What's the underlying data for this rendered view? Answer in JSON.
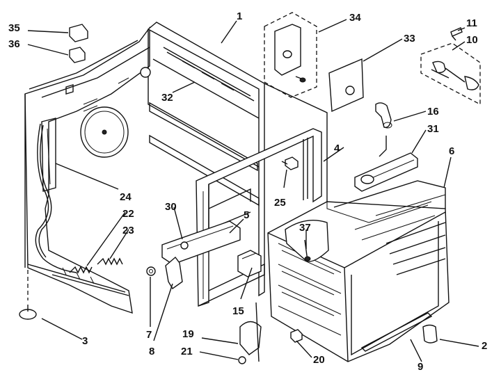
{
  "diagram": {
    "callouts": [
      "1",
      "2",
      "3",
      "4",
      "5",
      "6",
      "7",
      "8",
      "9",
      "10",
      "11",
      "15",
      "16",
      "19",
      "20",
      "21",
      "22",
      "23",
      "24",
      "25",
      "30",
      "31",
      "32",
      "33",
      "34",
      "35",
      "36",
      "37"
    ]
  }
}
